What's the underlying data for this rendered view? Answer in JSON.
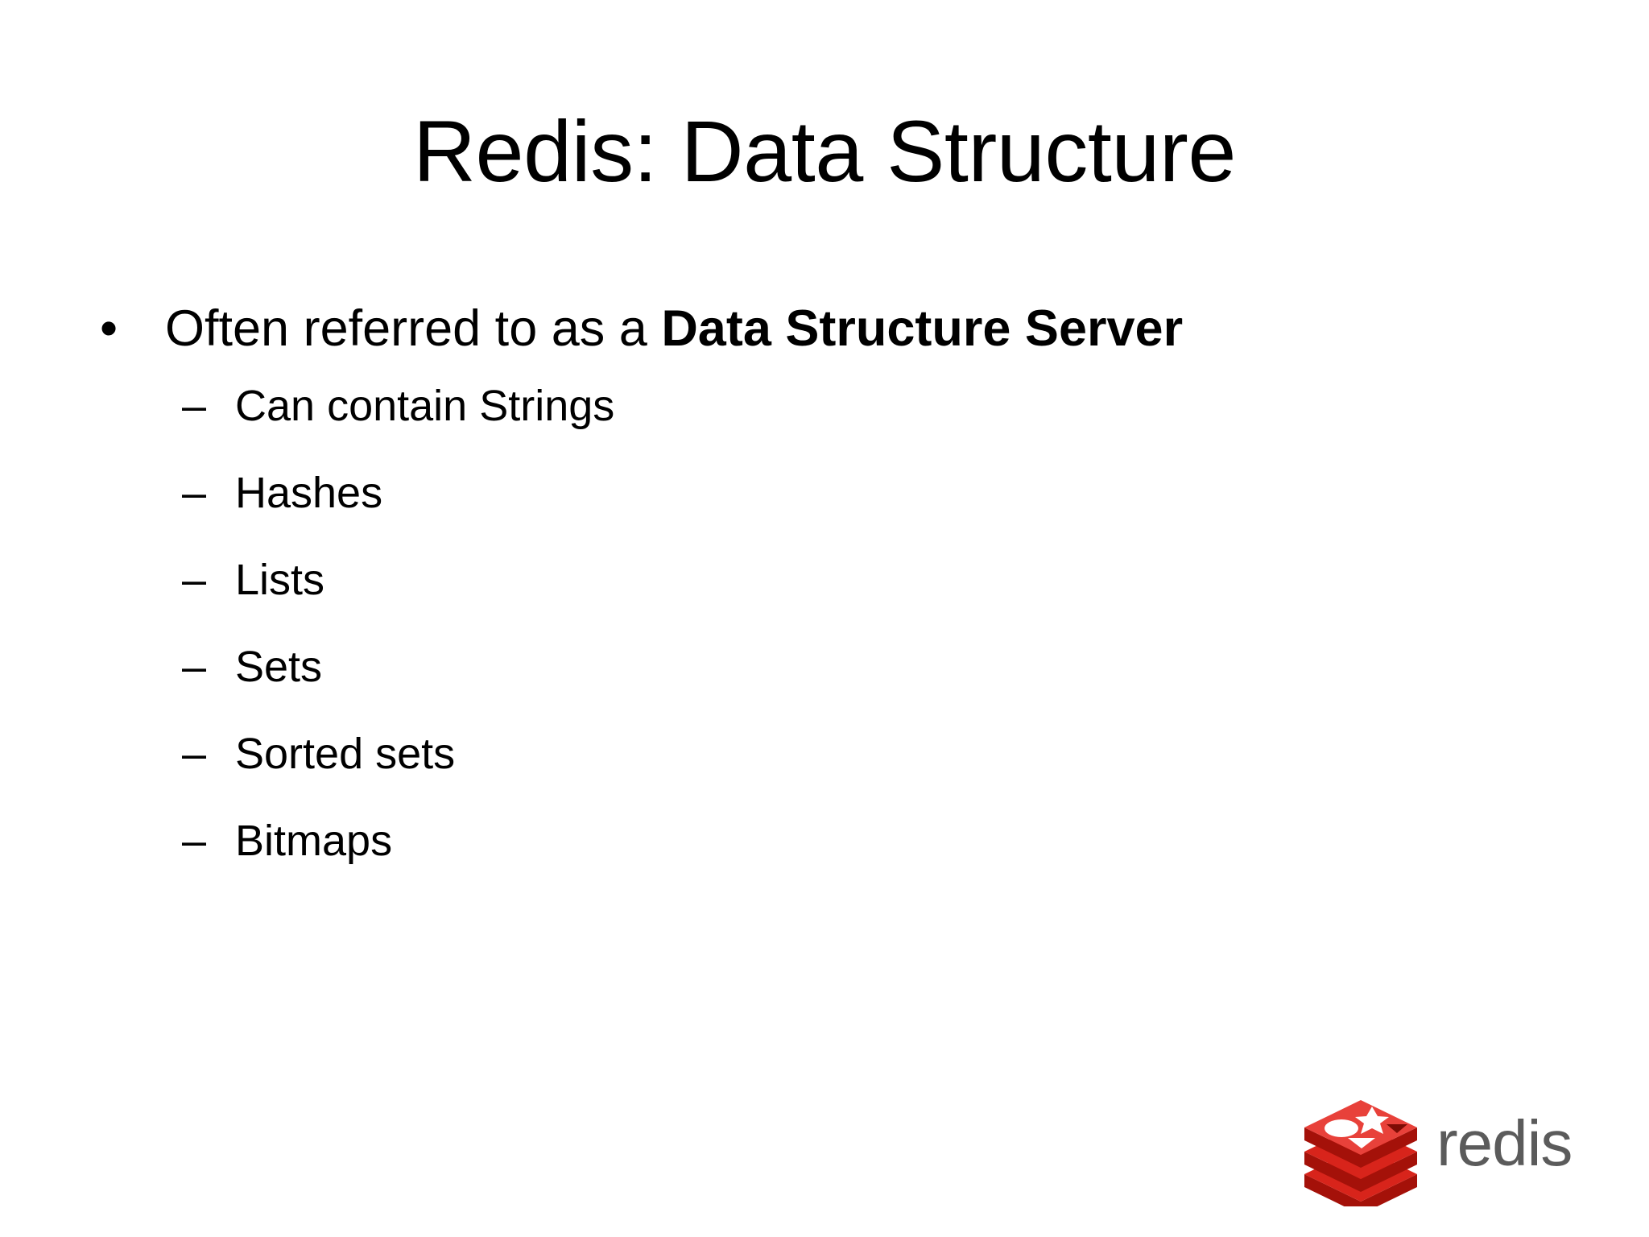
{
  "slide": {
    "background_color": "#FFFFFF",
    "text_color": "#000000",
    "title": "Redis: Data Structure",
    "bullets": [
      {
        "level": 1,
        "marker": "•",
        "text_plain": "Often referred to as a Data Structure Server",
        "text_prefix": "Often referred to as a ",
        "text_bold": "Data Structure Server"
      },
      {
        "level": 2,
        "marker": "–",
        "text_plain": "Can contain Strings"
      },
      {
        "level": 2,
        "marker": "–",
        "text_plain": "Hashes"
      },
      {
        "level": 2,
        "marker": "–",
        "text_plain": "Lists"
      },
      {
        "level": 2,
        "marker": "–",
        "text_plain": "Sets"
      },
      {
        "level": 2,
        "marker": "–",
        "text_plain": "Sorted sets"
      },
      {
        "level": 2,
        "marker": "–",
        "text_plain": "Bitmaps"
      }
    ]
  },
  "logo": {
    "name": "redis-logo",
    "wordmark": "redis",
    "icon_name": "redis-cube-icon",
    "colors": {
      "red_top": "#E8413A",
      "red_main": "#D8241B",
      "red_dark": "#A41109",
      "red_shadow": "#7E0C05",
      "wordmark_gray": "#5B5B5B",
      "shape_white": "#FFFFFF"
    }
  }
}
